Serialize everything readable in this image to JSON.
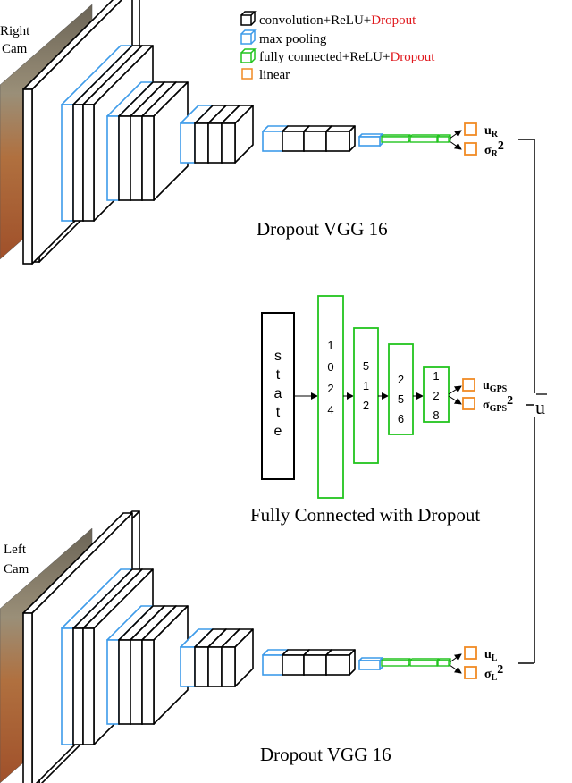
{
  "legend": {
    "conv_prefix": "convolution+ReLU+",
    "conv_suffix": "Dropout",
    "pool": "max pooling",
    "fc_prefix": "fully connected+ReLU+",
    "fc_suffix": "Dropout",
    "linear": "linear"
  },
  "right_cam": {
    "line1": "Right",
    "line2": "Cam",
    "caption": "Dropout VGG 16",
    "out_mean_main": "u",
    "out_mean_sub": "R",
    "out_var_main": "σ",
    "out_var_sub": "R",
    "out_var_sup": "2"
  },
  "left_cam": {
    "line1": "Left",
    "line2": "Cam",
    "caption": "Dropout VGG 16",
    "out_mean_main": "u",
    "out_mean_sub": "L",
    "out_var_main": "σ",
    "out_var_sub": "L",
    "out_var_sup": "2"
  },
  "fc_branch": {
    "input_label": "state",
    "layers": [
      "1024",
      "512",
      "256",
      "128"
    ],
    "caption": "Fully Connected with Dropout",
    "out_mean_main": "u",
    "out_mean_sub": "GPS",
    "out_var_main": "σ",
    "out_var_sub": "GPS",
    "out_var_sup": "2"
  },
  "fusion_output": "u",
  "colors": {
    "conv": "#000000",
    "pool": "#3d9be9",
    "fc": "#22c41e",
    "linear": "#f08a24",
    "dropout_text": "#e0191e"
  }
}
